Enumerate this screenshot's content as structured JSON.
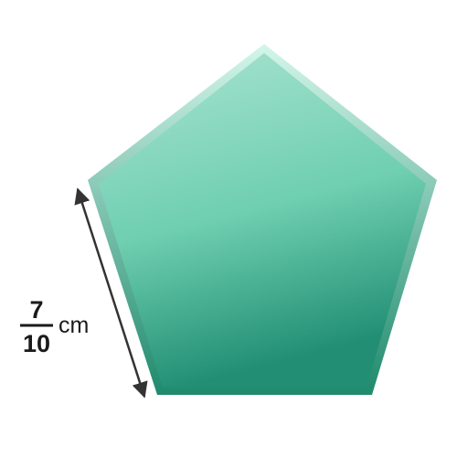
{
  "shape": {
    "type": "regular-pentagon",
    "fill_top": "#a8e6d2",
    "fill_bottom": "#239a7c",
    "bevel_light": "#c9f3e6",
    "bevel_dark": "#1e8a6e"
  },
  "side_label": {
    "numerator": "7",
    "denominator": "10",
    "unit": "cm",
    "arrow_color": "#333333"
  }
}
